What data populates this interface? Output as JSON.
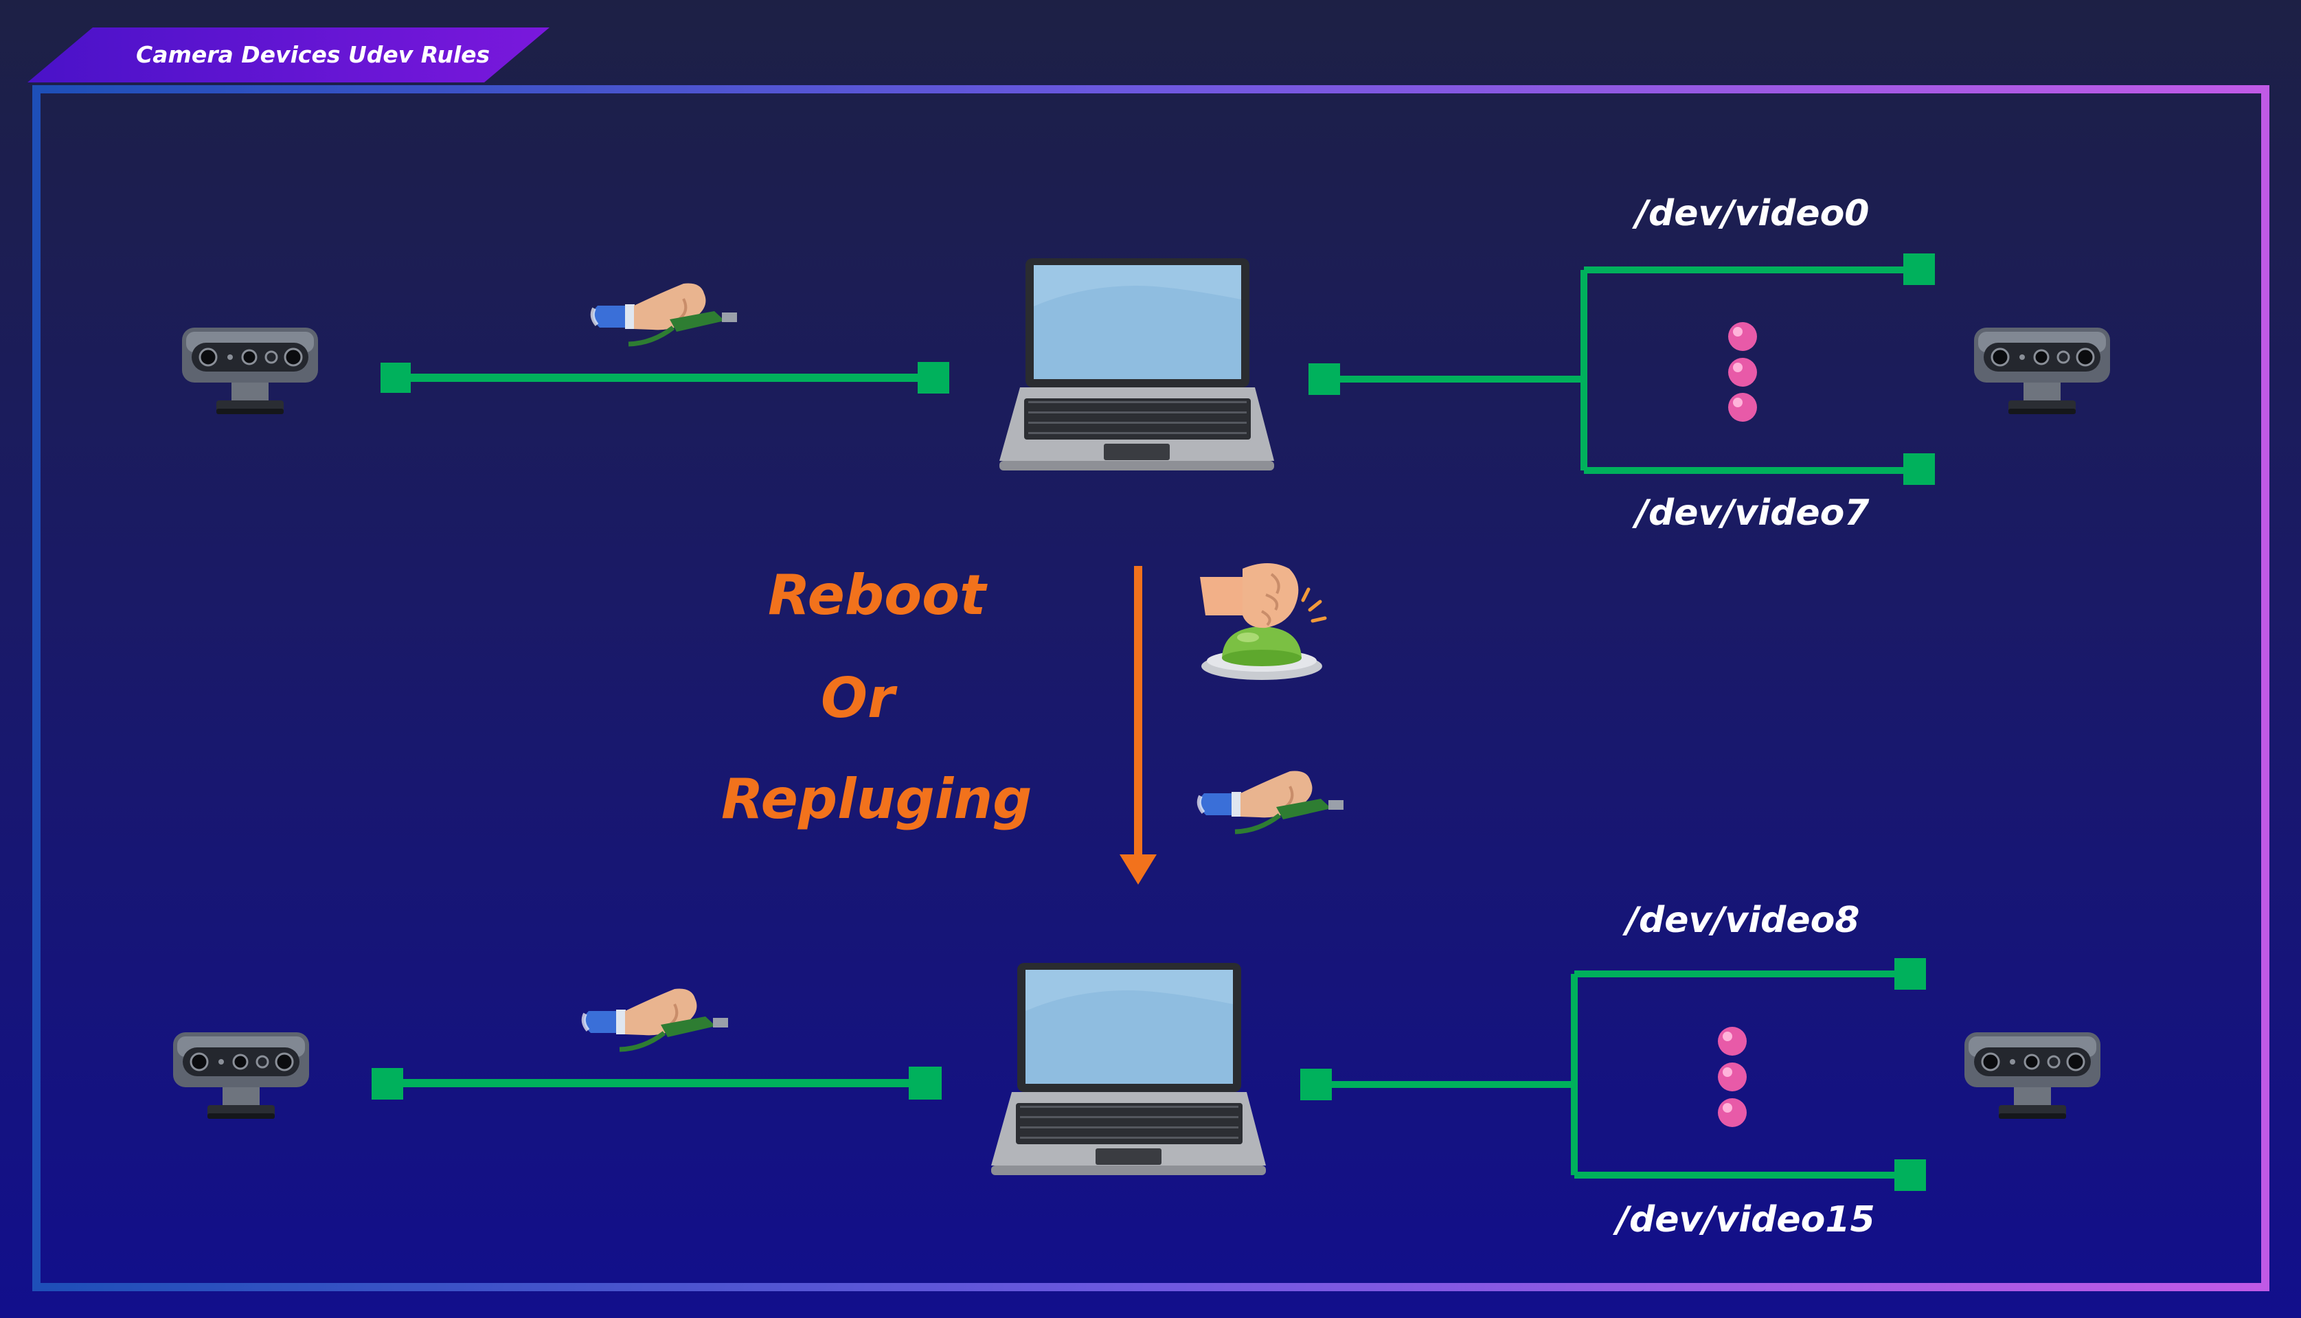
{
  "header": {
    "tag": "Camera Devices Udev Rules"
  },
  "top_group": {
    "first_device": "/dev/video0",
    "last_device": "/dev/video7"
  },
  "bottom_group": {
    "first_device": "/dev/video8",
    "last_device": "/dev/video15"
  },
  "transition": {
    "line1": "Reboot",
    "line2": "Or",
    "line3": "Repluging"
  },
  "colors": {
    "connector": "#00b15c",
    "arrow": "#f2721c",
    "dots": "#e85aa8",
    "frame_start": "#1e4fb8",
    "frame_end": "#c05ae6",
    "header_tag": "#5a14d0"
  },
  "icons": [
    "camera-icon",
    "laptop-icon",
    "usb-plug-hand-icon",
    "reset-button-icon"
  ]
}
